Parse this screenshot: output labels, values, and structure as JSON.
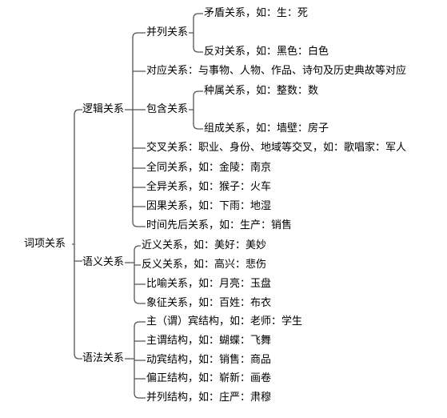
{
  "root": "词项关系",
  "groups": {
    "logic": {
      "label": "逻辑关系",
      "parallel": {
        "label": "并列关系",
        "contradictory": "矛盾关系，如：生：死",
        "contrary": "反对关系，如：黑色：白色"
      },
      "correspondence": "对应关系：与事物、人物、作品、诗句及历史典故等对应",
      "inclusion": {
        "label": "包含关系",
        "genus": "种属关系，如：整数：数",
        "composition": "组成关系，如：墙壁：房子"
      },
      "cross": "交叉关系：职业、身份、地域等交叉，如：歌唱家：军人",
      "identity": "全同关系，如：金陵：南京",
      "difference": "全异关系，如：猴子：火车",
      "causal": "因果关系，如：下雨：地湿",
      "temporal": "时间先后关系，如：生产：销售"
    },
    "semantic": {
      "label": "语义关系",
      "synonym": "近义关系，如：美好：美妙",
      "antonym": "反义关系，如：高兴：悲伤",
      "metaphor": "比喻关系，如：月亮：玉盘",
      "symbol": "象征关系，如：百姓：布衣"
    },
    "grammar": {
      "label": "语法关系",
      "svo": "主（谓）宾结构，如：老师：学生",
      "subject_predicate": "主谓结构，如：蝴蝶：飞舞",
      "verb_object": "动宾结构，如：销售：商品",
      "modifier": "偏正结构，如：崭新：画卷",
      "coordinate": "并列结构，如：庄严：肃穆"
    }
  }
}
